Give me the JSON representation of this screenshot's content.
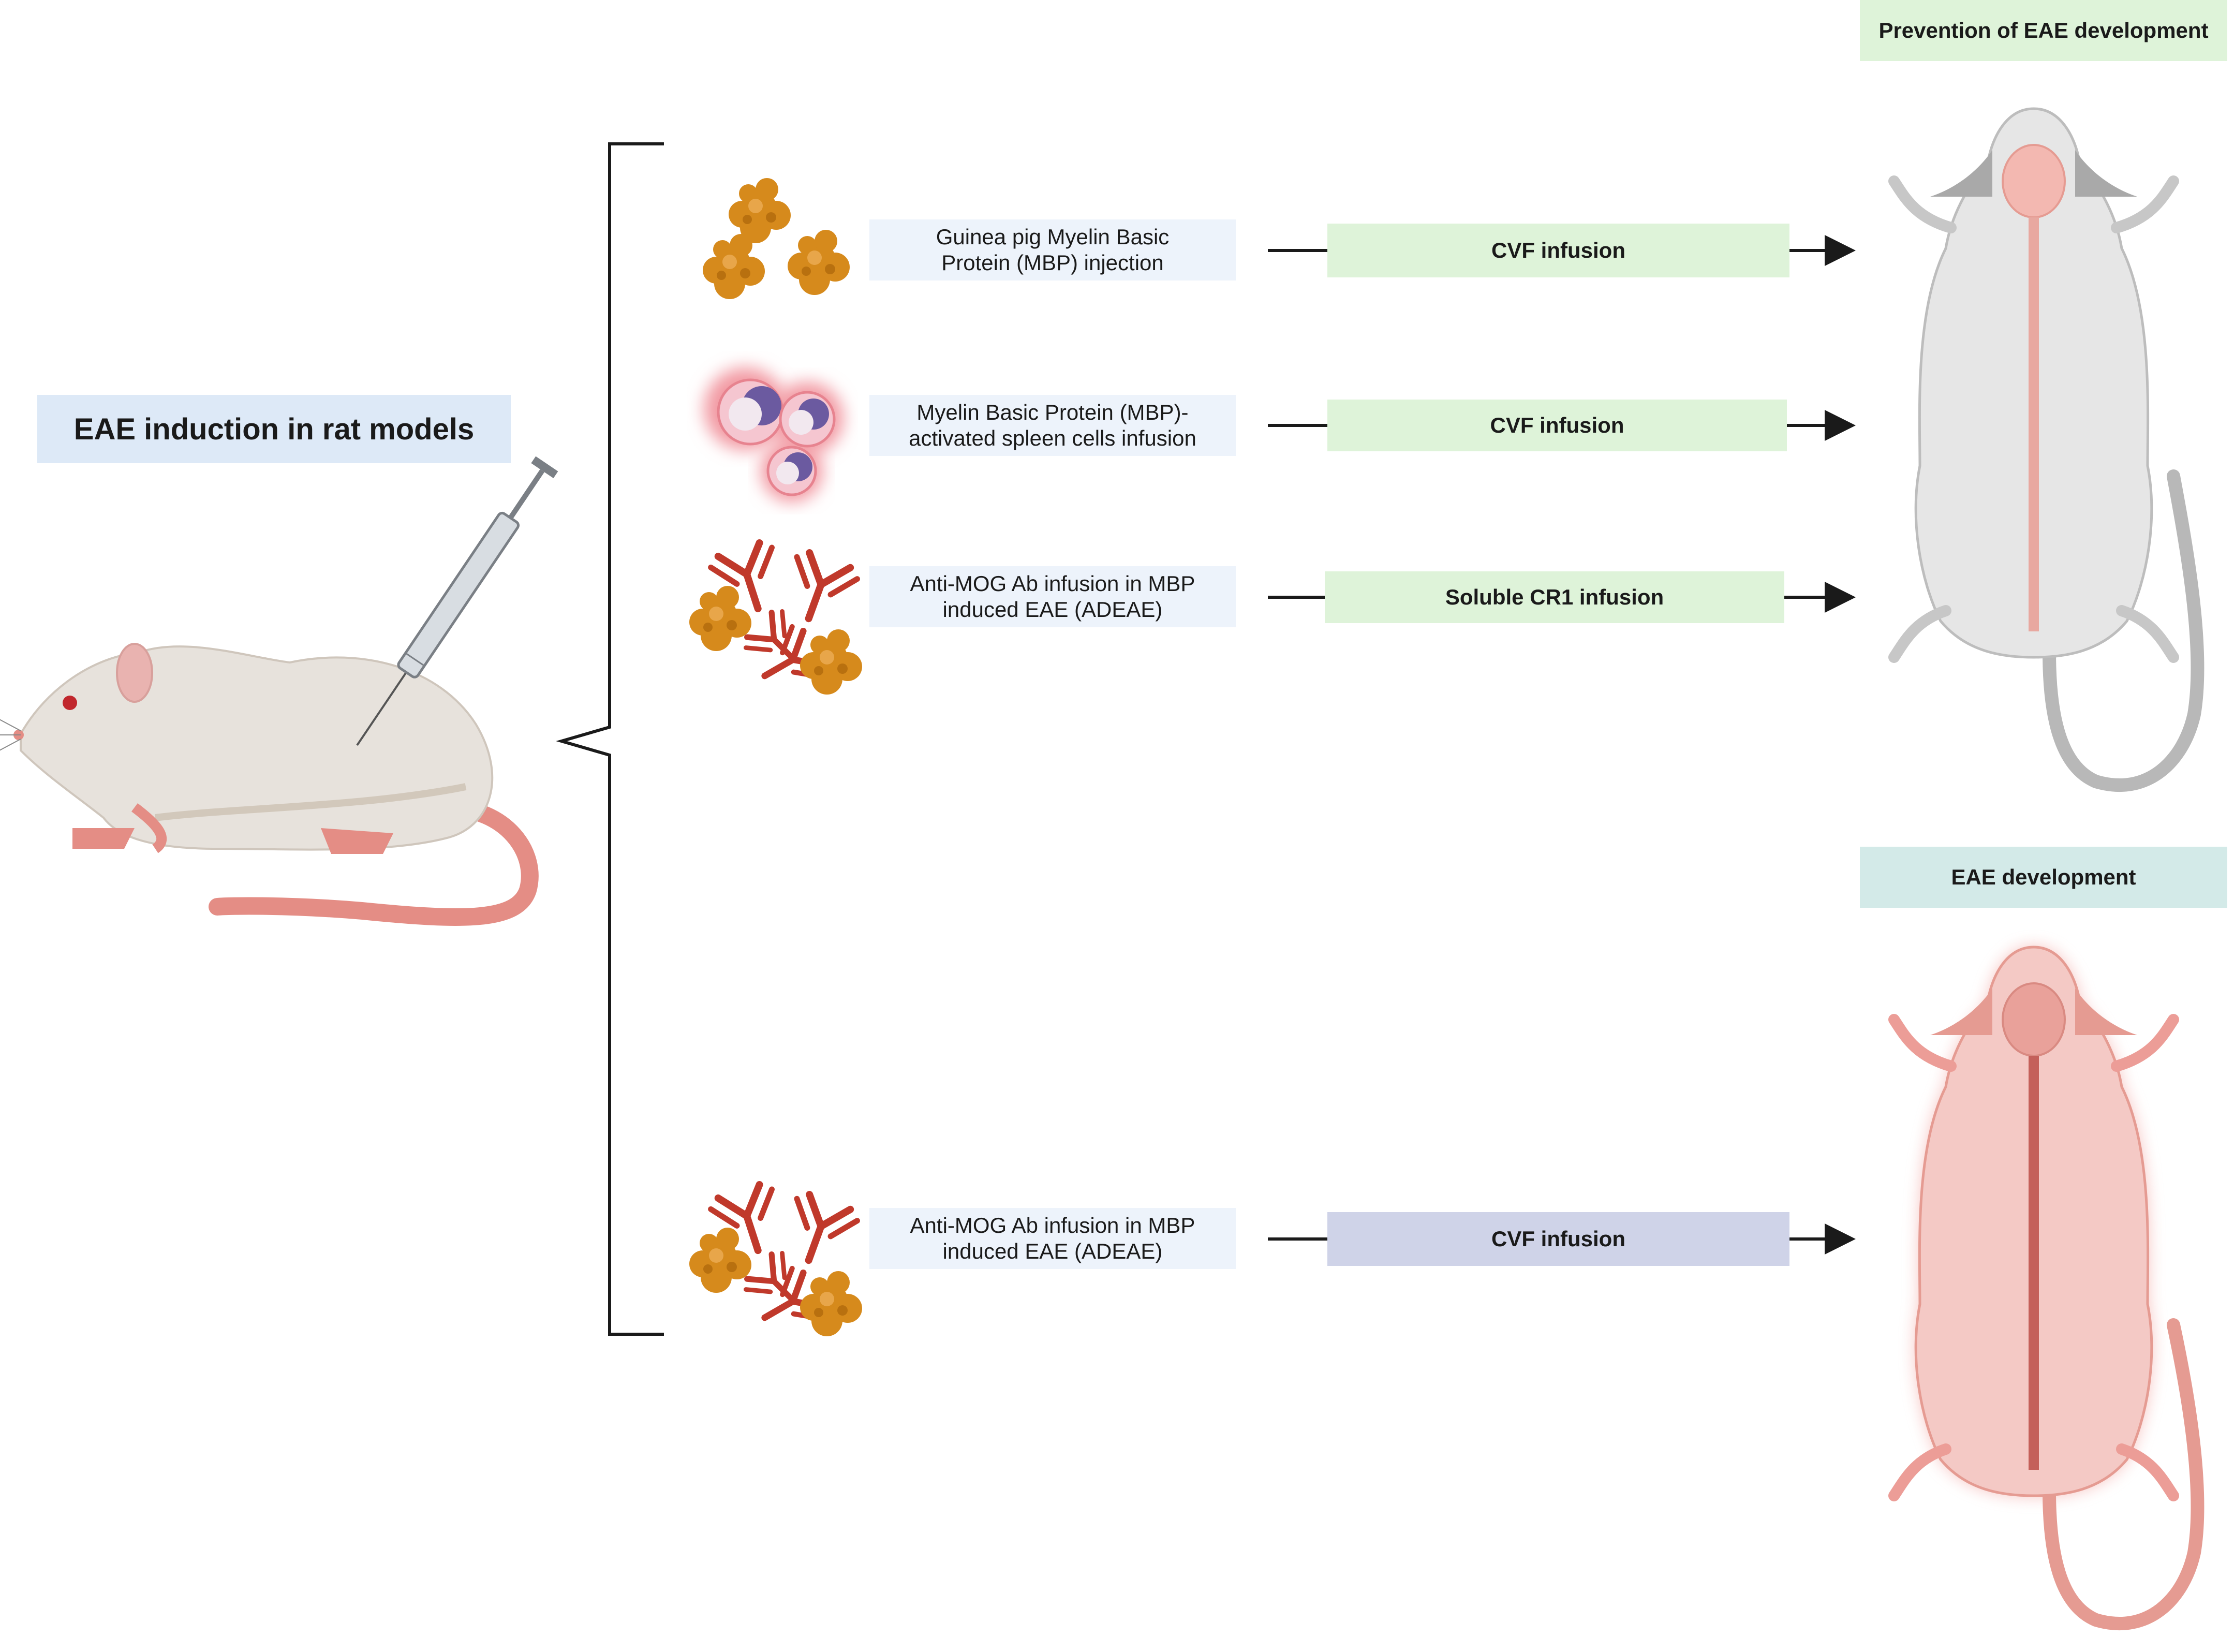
{
  "induction": {
    "title": "EAE induction in rat models"
  },
  "protocols": [
    {
      "stimulus": "Guinea pig Myelin Basic\nProtein (MBP) injection",
      "stimulus_icon": "protein-clumps-icon",
      "treatment": "CVF infusion"
    },
    {
      "stimulus": "Myelin Basic Protein (MBP)-\nactivated spleen cells infusion",
      "stimulus_icon": "spleen-cells-icon",
      "treatment": "CVF infusion"
    },
    {
      "stimulus": "Anti-MOG Ab infusion in MBP\ninduced EAE (ADEAE)",
      "stimulus_icon": "antibody-protein-icon",
      "treatment": "Soluble CR1 infusion"
    },
    {
      "stimulus": "Anti-MOG Ab infusion in MBP\ninduced EAE (ADEAE)",
      "stimulus_icon": "antibody-protein-icon",
      "treatment": "CVF infusion"
    }
  ],
  "outcomes": {
    "prevention": "Prevention of EAE development",
    "development": "EAE development"
  },
  "colors": {
    "title_bg": "#dde9f7",
    "step_bg": "#edf3fb",
    "treatment_green": "#def3d9",
    "treatment_lavender": "#cfd3e8",
    "outcome_teal": "#d3eae8",
    "healthy_rat": "#e4e4e4",
    "inflamed_rat": "#f4c9c5"
  }
}
